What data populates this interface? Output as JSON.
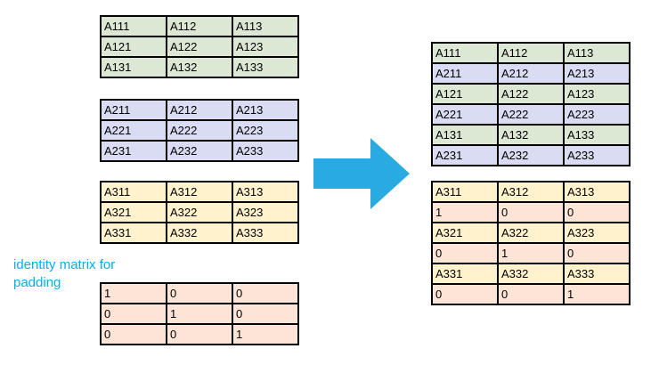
{
  "colors": {
    "green": "#dce8d4",
    "blue": "#d9dcf2",
    "yellow": "#fff2cc",
    "orange": "#fce4d6",
    "border": "#000000",
    "arrow": "#29abe2",
    "note_text": "#00b0f0"
  },
  "note": {
    "line1": "identity matrix for",
    "line2": "padding"
  },
  "source_tables": {
    "a1": {
      "rows": [
        [
          "A111",
          "A112",
          "A113"
        ],
        [
          "A121",
          "A122",
          "A123"
        ],
        [
          "A131",
          "A132",
          "A133"
        ]
      ]
    },
    "a2": {
      "rows": [
        [
          "A211",
          "A212",
          "A213"
        ],
        [
          "A221",
          "A222",
          "A223"
        ],
        [
          "A231",
          "A232",
          "A233"
        ]
      ]
    },
    "a3": {
      "rows": [
        [
          "A311",
          "A312",
          "A313"
        ],
        [
          "A321",
          "A322",
          "A323"
        ],
        [
          "A331",
          "A332",
          "A333"
        ]
      ]
    },
    "identity": {
      "rows": [
        [
          "1",
          "0",
          "0"
        ],
        [
          "0",
          "1",
          "0"
        ],
        [
          "0",
          "0",
          "1"
        ]
      ]
    }
  },
  "result_tables": {
    "top": {
      "rows": [
        [
          "A111",
          "A112",
          "A113"
        ],
        [
          "A211",
          "A212",
          "A213"
        ],
        [
          "A121",
          "A122",
          "A123"
        ],
        [
          "A221",
          "A222",
          "A223"
        ],
        [
          "A131",
          "A132",
          "A133"
        ],
        [
          "A231",
          "A232",
          "A233"
        ]
      ]
    },
    "bottom": {
      "rows": [
        [
          "A311",
          "A312",
          "A313"
        ],
        [
          "1",
          "0",
          "0"
        ],
        [
          "A321",
          "A322",
          "A323"
        ],
        [
          "0",
          "1",
          "0"
        ],
        [
          "A331",
          "A332",
          "A333"
        ],
        [
          "0",
          "0",
          "1"
        ]
      ]
    }
  }
}
